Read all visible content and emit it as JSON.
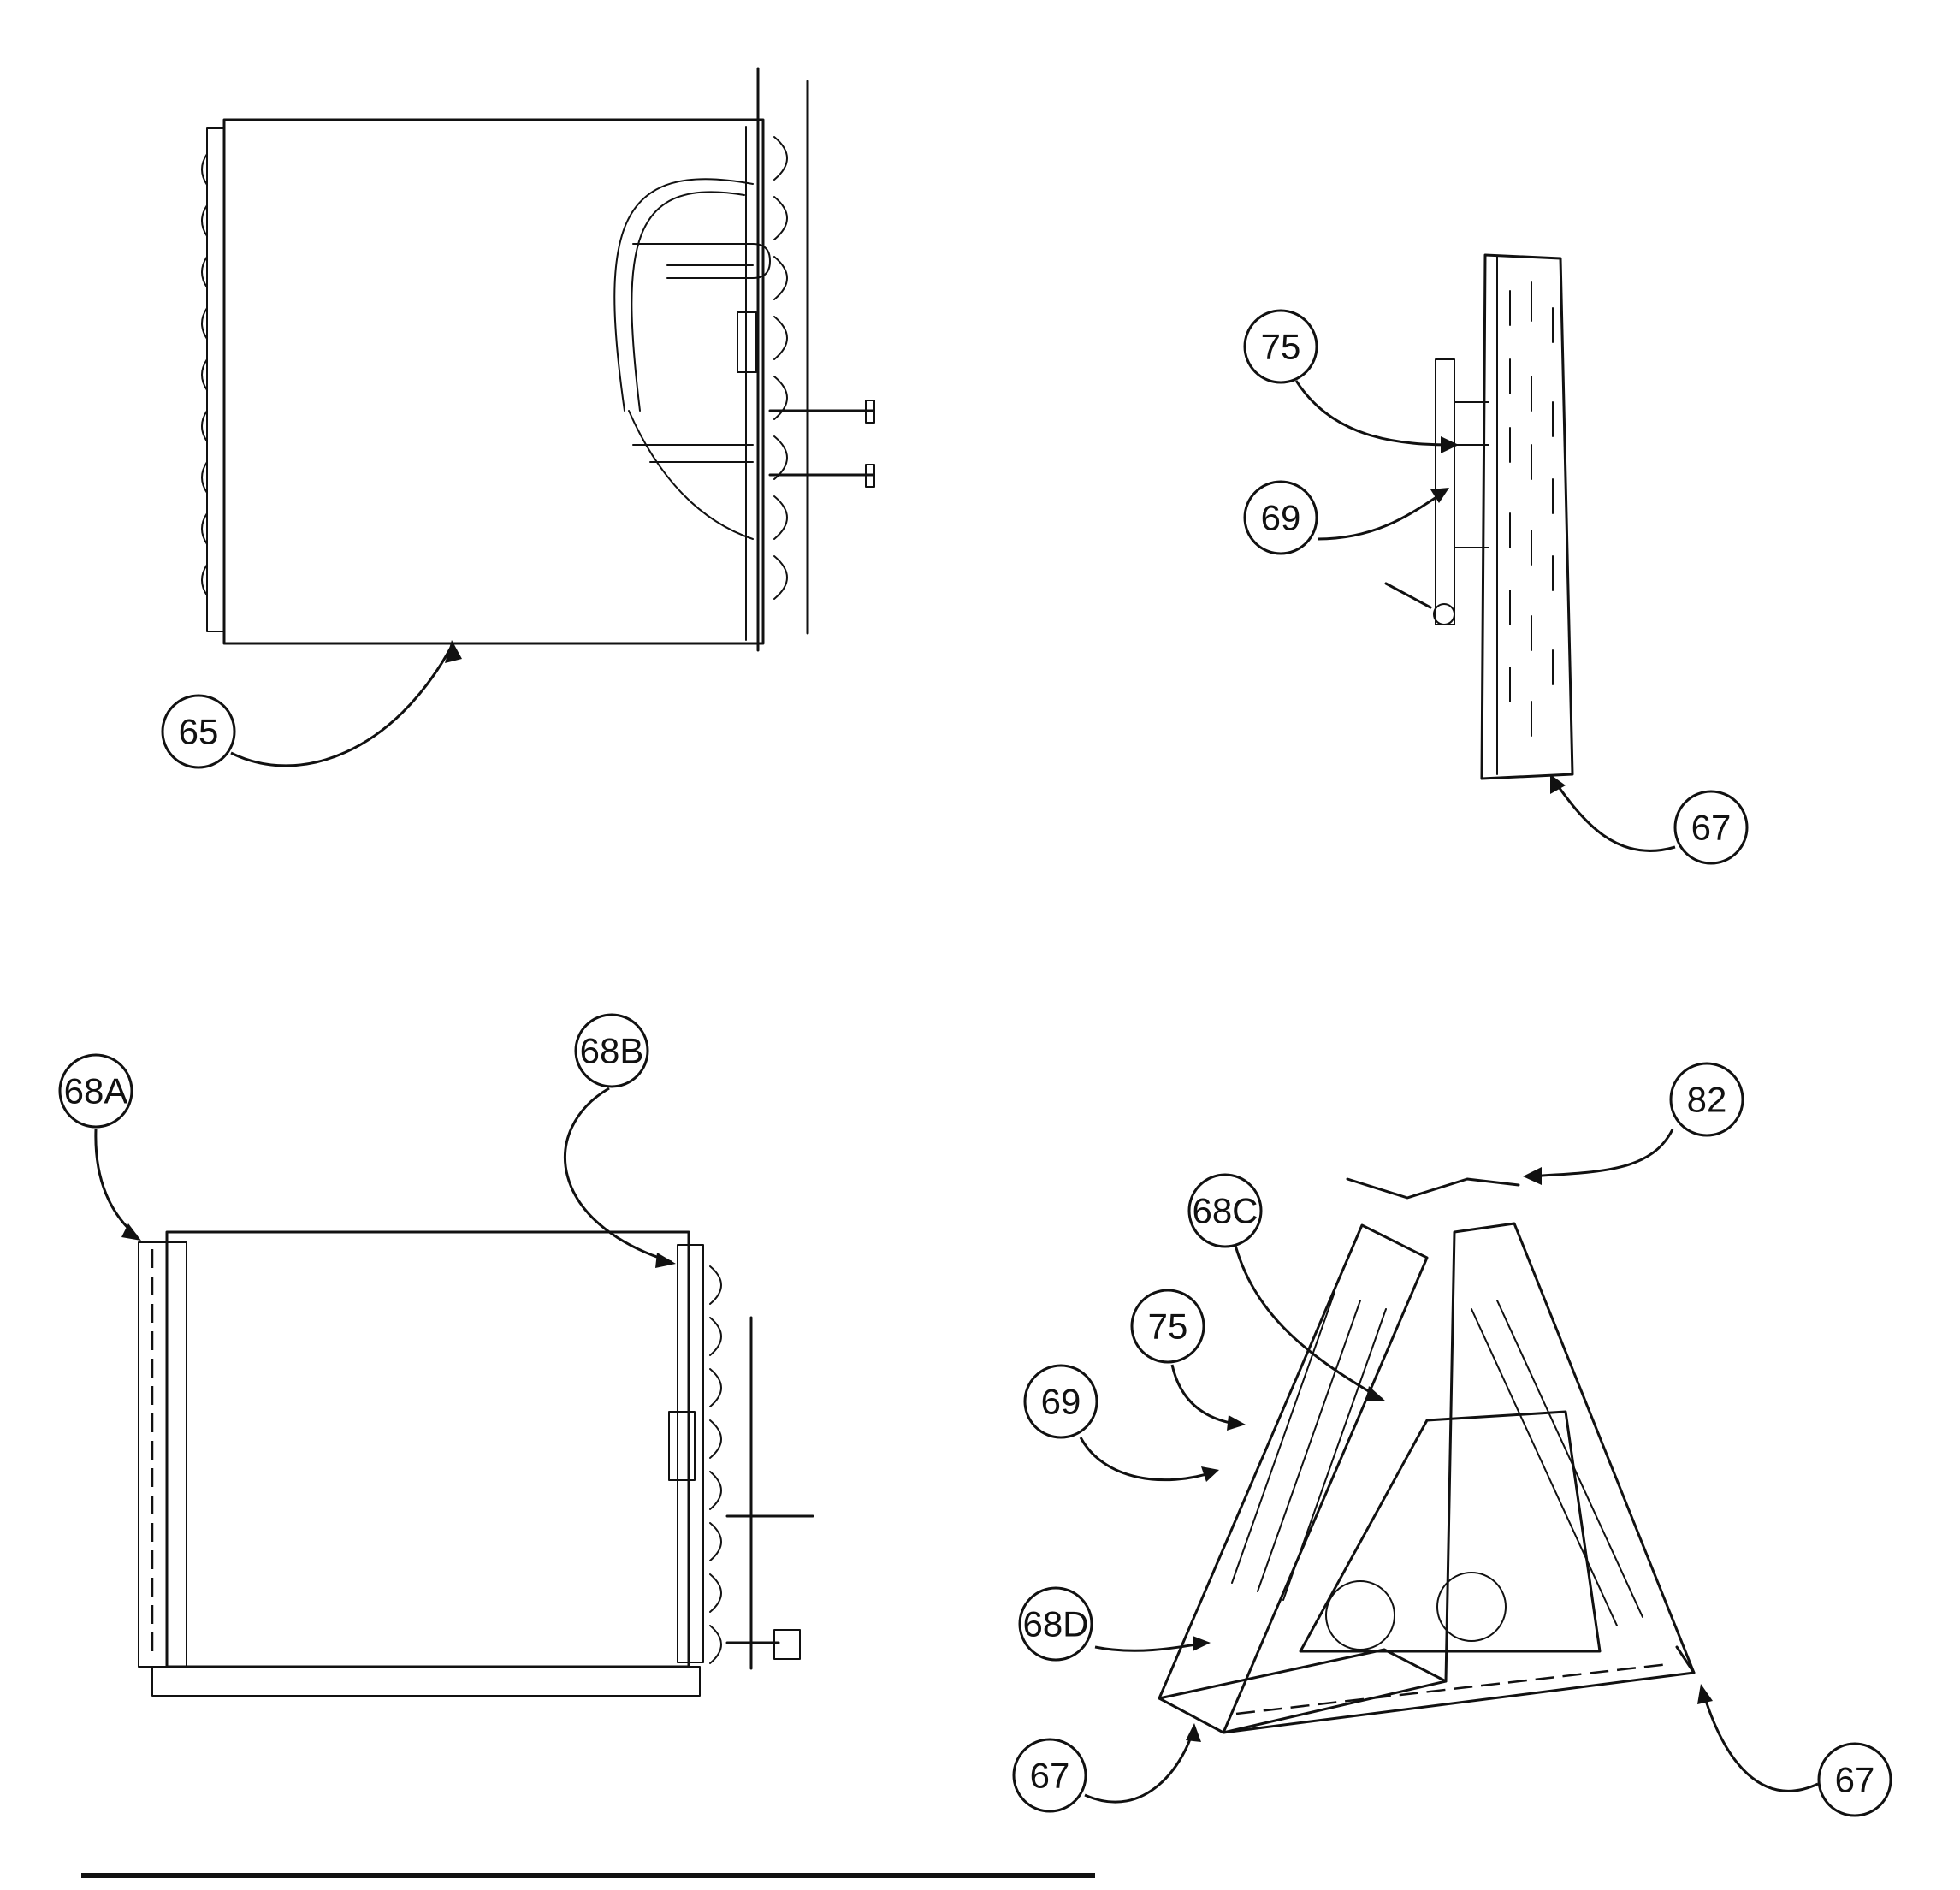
{
  "callouts": {
    "c65": "65",
    "c75a": "75",
    "c69a": "69",
    "c67a": "67",
    "c68A": "68A",
    "c68B": "68B",
    "c82": "82",
    "c68C": "68C",
    "c75b": "75",
    "c69b": "69",
    "c68D": "68D",
    "c67b": "67",
    "c67c": "67"
  }
}
